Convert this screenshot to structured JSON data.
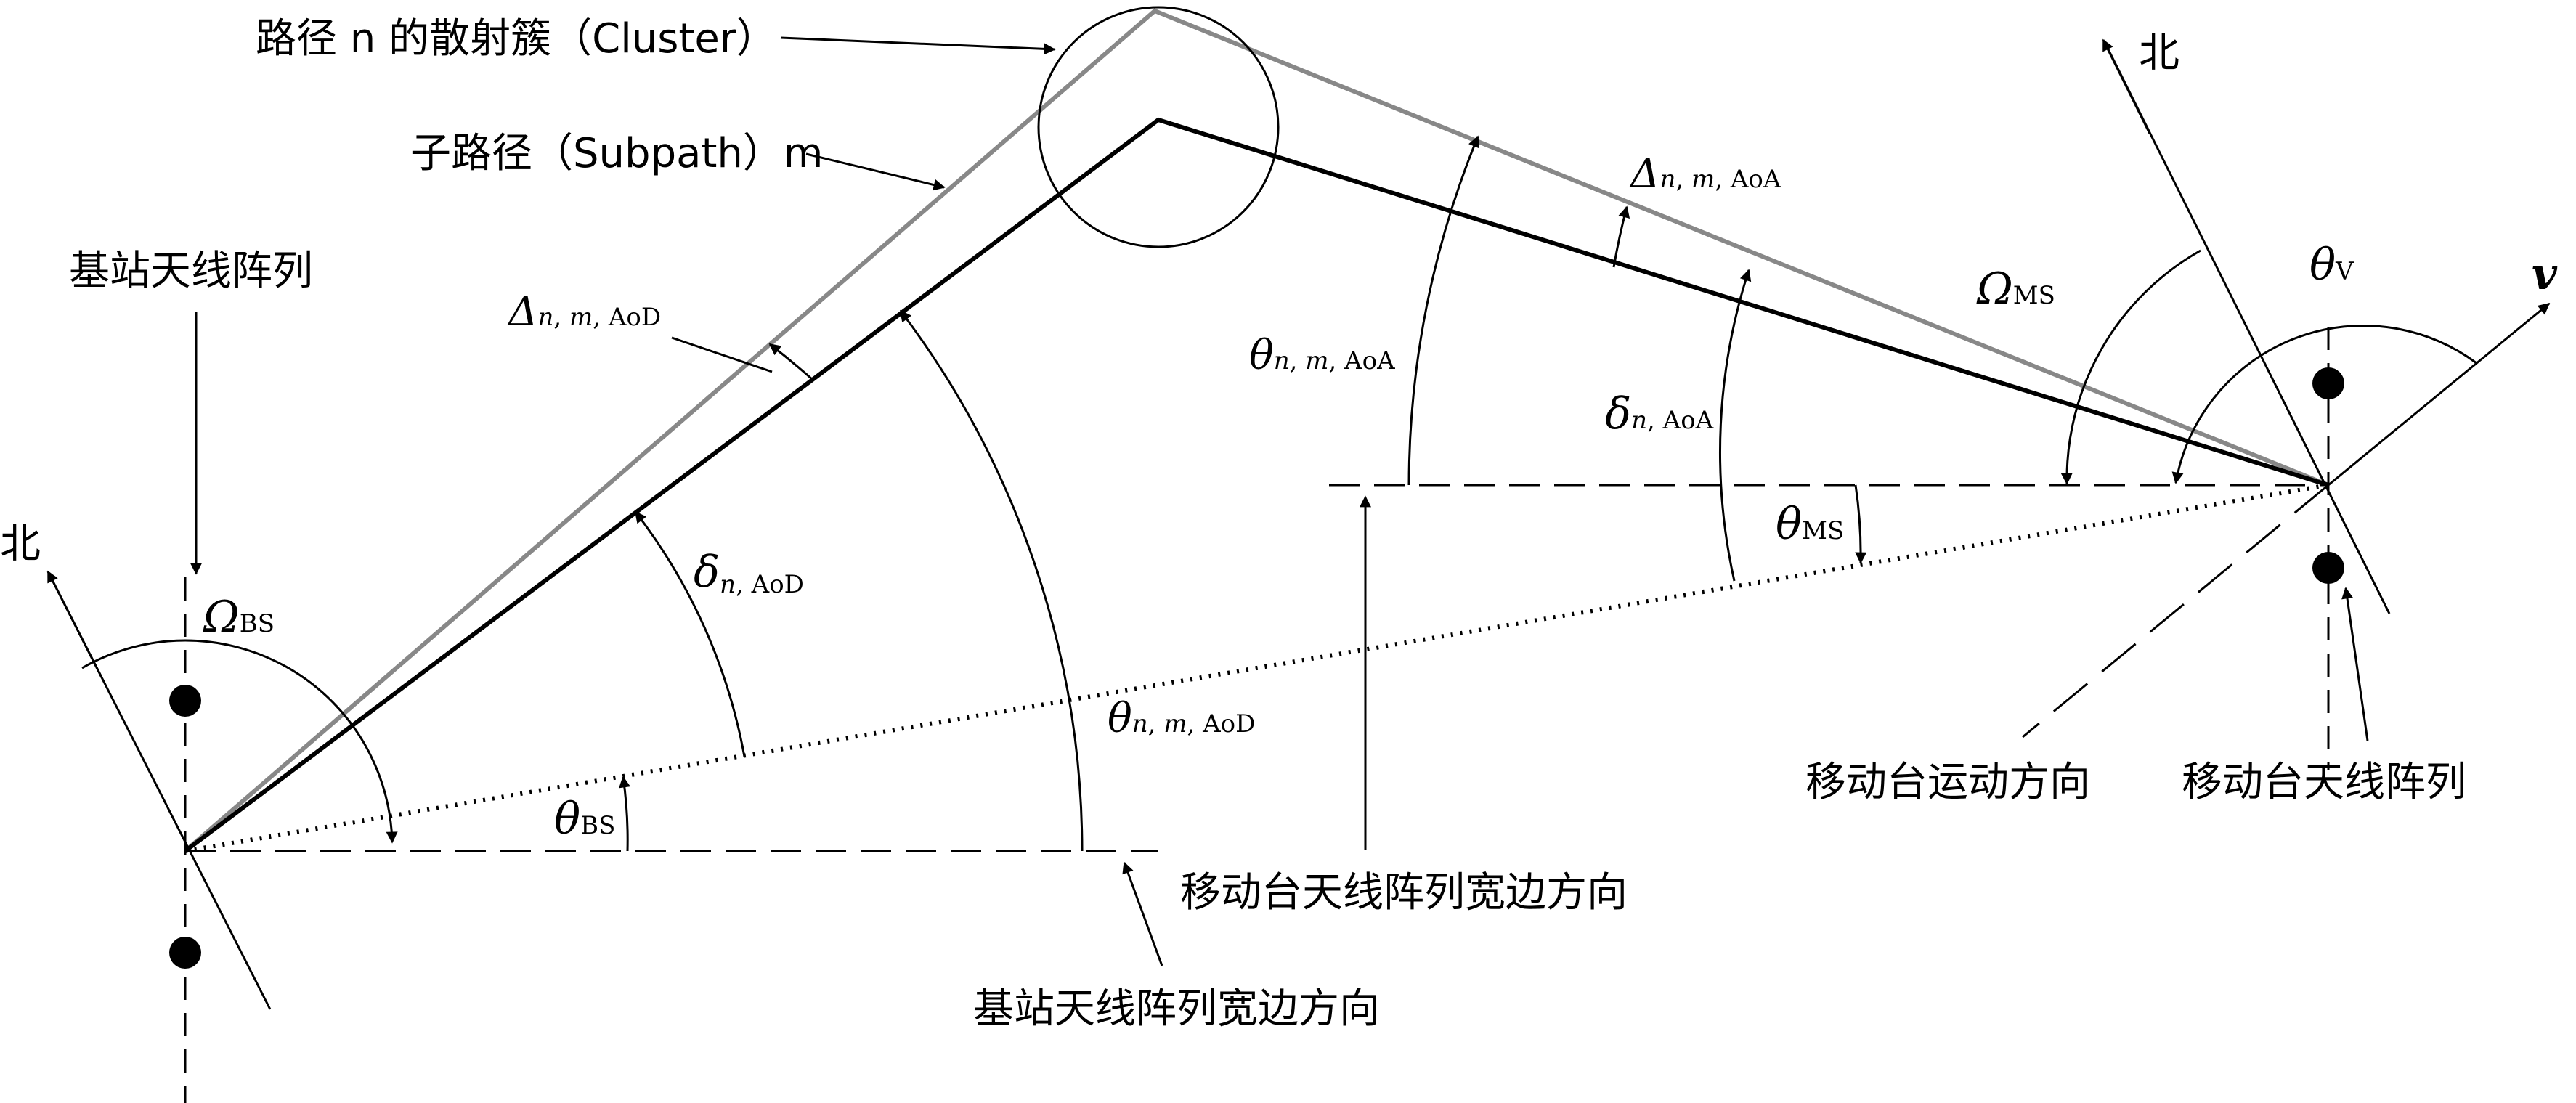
{
  "labels": {
    "cluster": "路径 n 的散射簇（Cluster）",
    "subpath": "子路径（Subpath）m",
    "bs_array": "基站天线阵列",
    "north_bs": "北",
    "north_ms": "北",
    "ms_motion": "移动台运动方向",
    "ms_array": "移动台天线阵列",
    "ms_broadside": "移动台天线阵列宽边方向",
    "bs_broadside": "基站天线阵列宽边方向",
    "velocity": "v"
  },
  "angles": {
    "Omega_BS": {
      "sym": "Ω",
      "sub": "BS"
    },
    "theta_BS": {
      "sym": "θ",
      "sub": "BS"
    },
    "delta_n_AoD": {
      "sym": "δ",
      "n": "n",
      "sub": ", AoD"
    },
    "Delta_n_m_AoD": {
      "sym": "Δ",
      "n": "n",
      "m": "m",
      "sub": ", AoD"
    },
    "theta_n_m_AoD": {
      "sym": "θ",
      "n": "n",
      "m": "m",
      "sub": ", AoD"
    },
    "theta_n_m_AoA": {
      "sym": "θ",
      "n": "n",
      "m": "m",
      "sub": ", AoA"
    },
    "Delta_n_m_AoA": {
      "sym": "Δ",
      "n": "n",
      "m": "m",
      "sub": ", AoA"
    },
    "delta_n_AoA": {
      "sym": "δ",
      "n": "n",
      "sub": ", AoA"
    },
    "theta_MS": {
      "sym": "θ",
      "sub": "MS"
    },
    "Omega_MS": {
      "sym": "Ω",
      "sub": "MS"
    },
    "theta_V": {
      "sym": "θ",
      "sub": "V"
    }
  }
}
